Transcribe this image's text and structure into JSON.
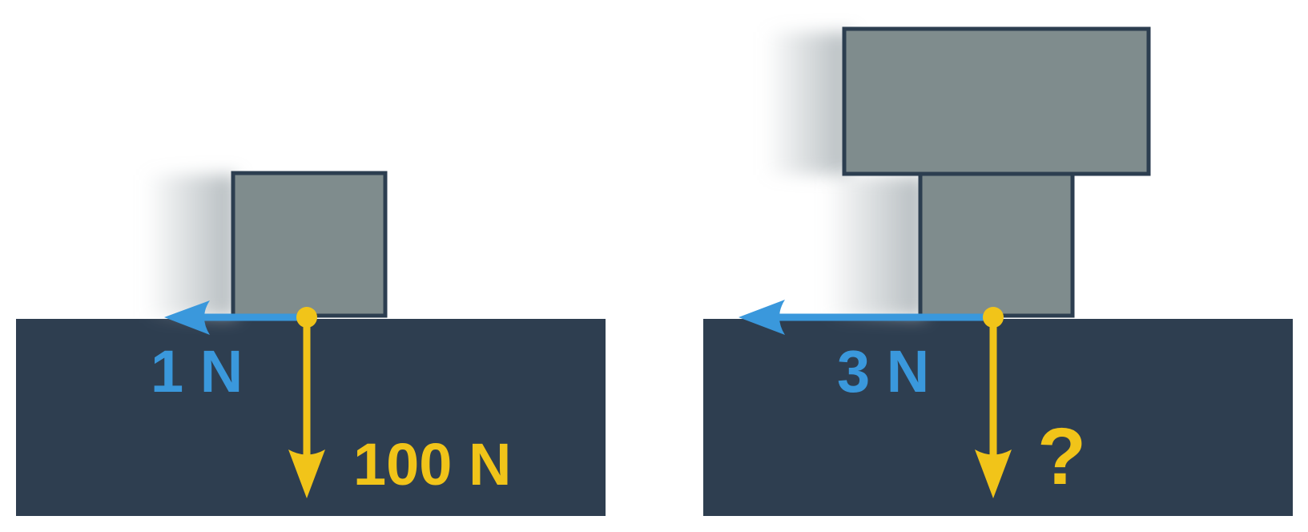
{
  "colors": {
    "ground": "#2e3e50",
    "block_fill": "#7f8c8d",
    "block_stroke": "#2c3e50",
    "friction_arrow": "#3a98dc",
    "weight_arrow": "#f1c419",
    "background": "#ffffff"
  },
  "scenarios": [
    {
      "id": "single-block",
      "friction_label": "1 N",
      "weight_label": "100 N"
    },
    {
      "id": "stacked-blocks",
      "friction_label": "3 N",
      "weight_label": "?"
    }
  ]
}
